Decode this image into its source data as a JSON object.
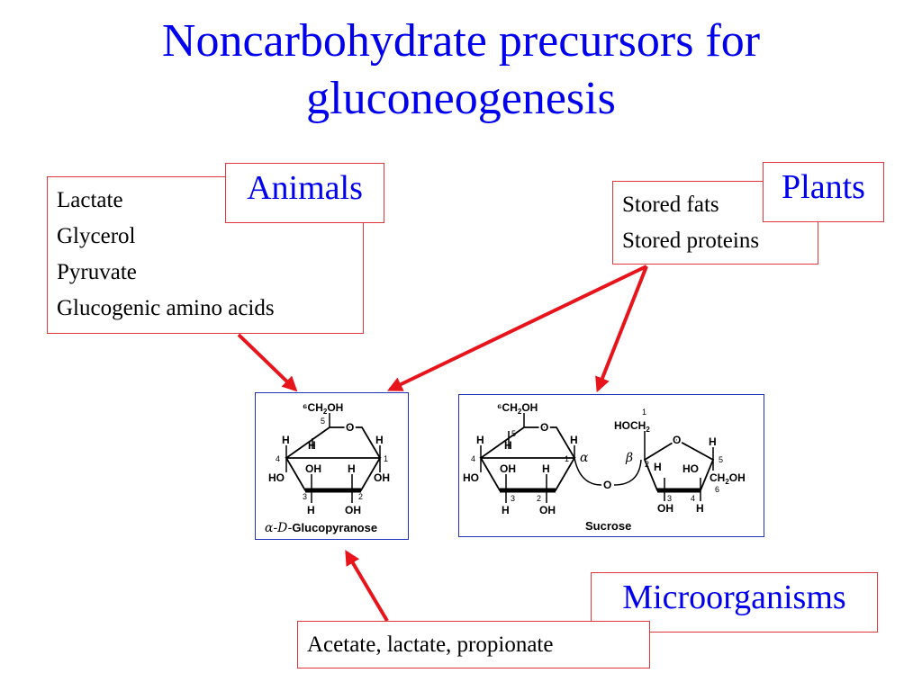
{
  "title_line1": "Noncarbohydrate precursors for",
  "title_line2": "gluconeogenesis",
  "animals": {
    "label": "Animals",
    "items": [
      "Lactate",
      "Glycerol",
      "Pyruvate",
      "Glucogenic amino acids"
    ]
  },
  "plants": {
    "label": "Plants",
    "items": [
      "Stored fats",
      "Stored proteins"
    ]
  },
  "microorganisms": {
    "label": "Microorganisms",
    "items": [
      "Acetate, lactate, propionate"
    ]
  },
  "glucopyranose": {
    "caption_prefix": "α-D-",
    "caption": "Glucopyranose",
    "c6_label": "⁶CH",
    "c6_sub": "2",
    "c6_tail": "OH",
    "ring_o": "O",
    "h": "H",
    "oh": "OH",
    "ho": "HO",
    "nums": [
      "1",
      "2",
      "3",
      "4",
      "5"
    ]
  },
  "sucrose": {
    "caption": "Sucrose",
    "alpha": "α",
    "beta": "β",
    "glyc_o": "O",
    "hoch2": "HOCH",
    "hoch2_sub": "2",
    "ch2oh": "CH",
    "ch2oh_sub": "2",
    "ch2oh_tail": "OH",
    "nums_fru": [
      "1",
      "2",
      "3",
      "4",
      "5",
      "6"
    ]
  },
  "colors": {
    "title": "#0000ee",
    "box_border": "#e0363c",
    "arrow": "#e8141c",
    "struct_border": "#2233bb"
  }
}
